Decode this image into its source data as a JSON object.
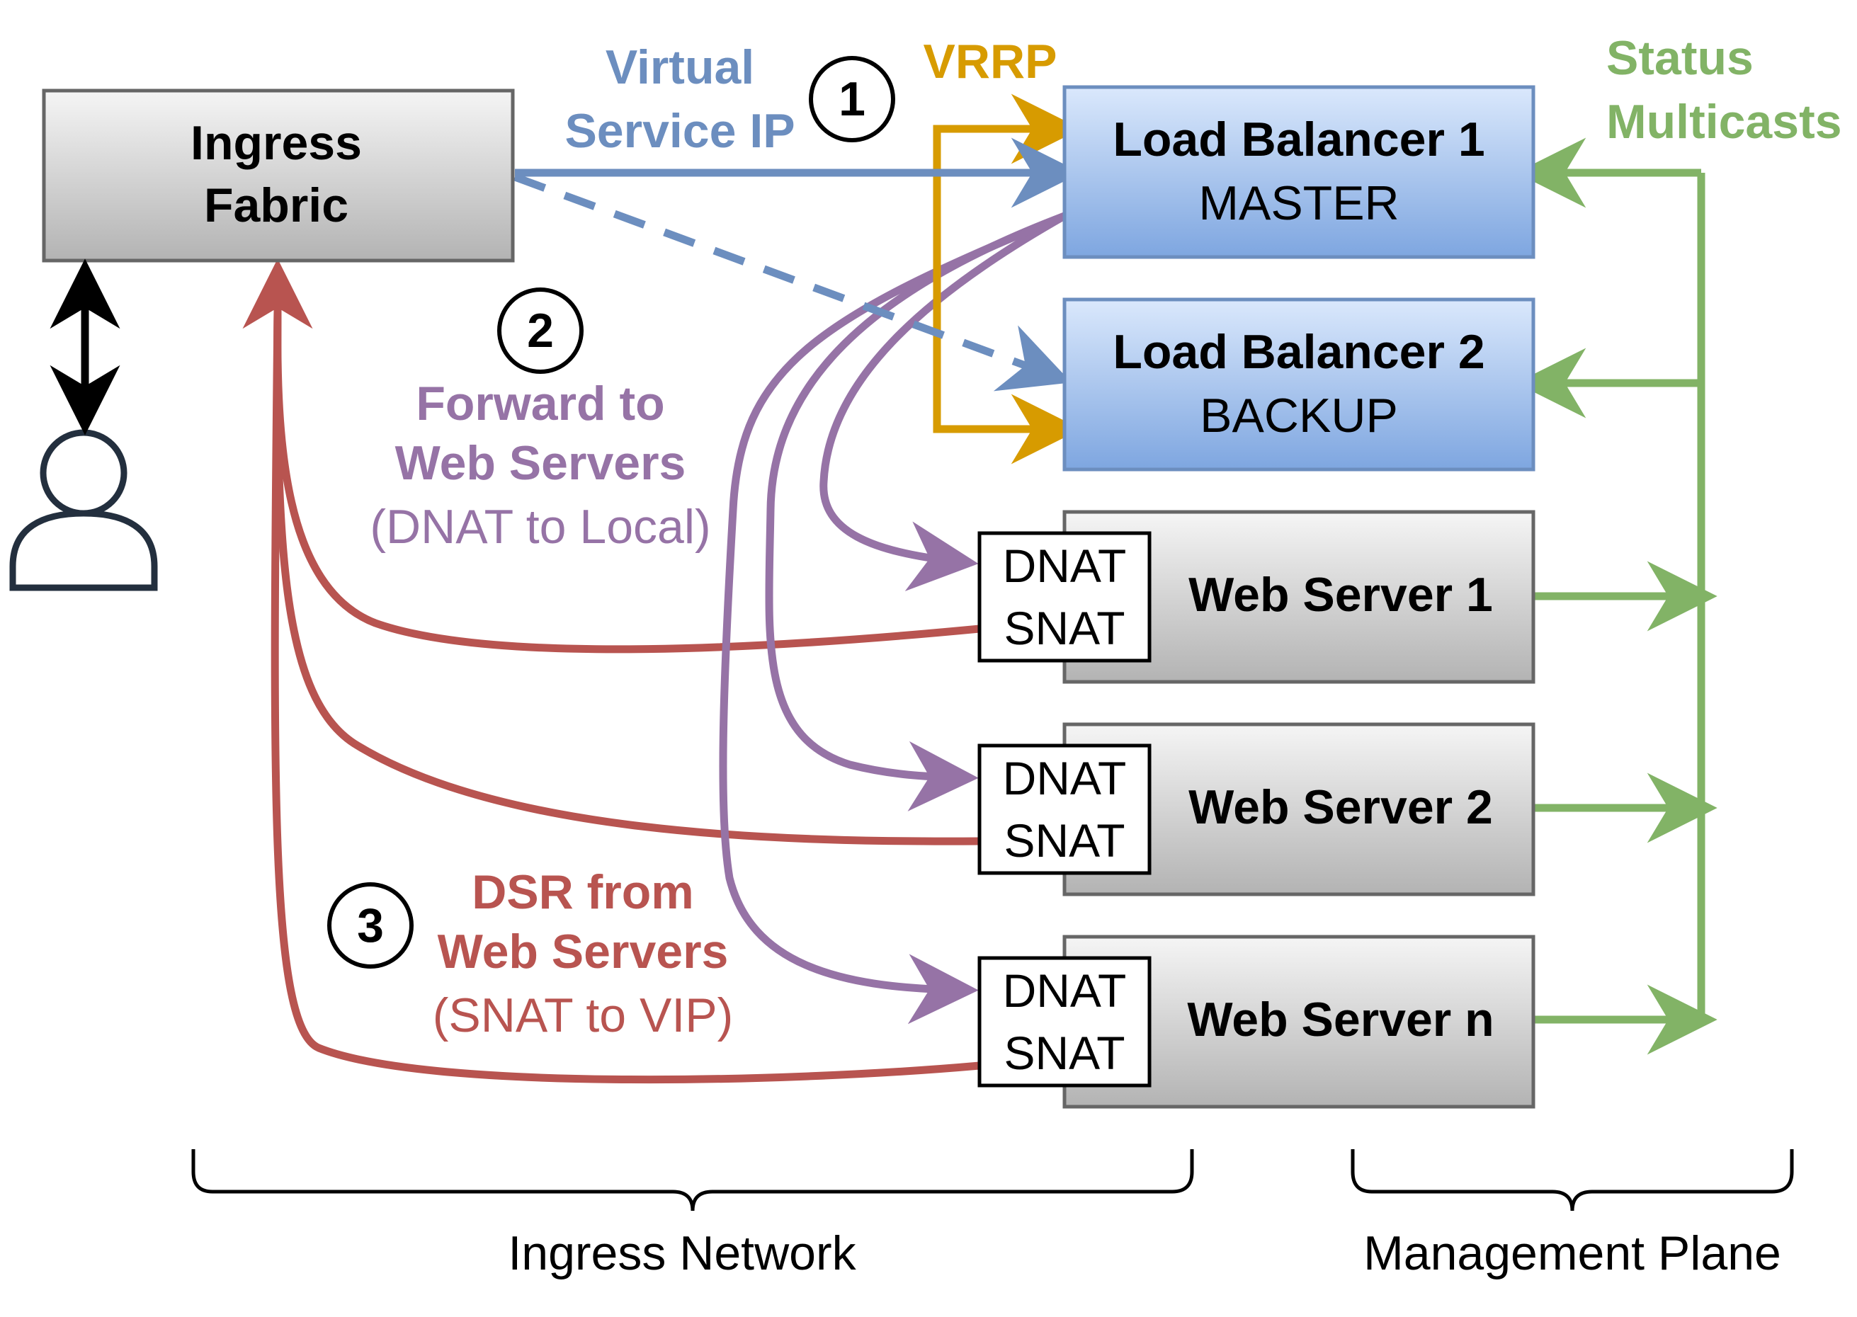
{
  "colors": {
    "blue": "#6c8ebf",
    "orange": "#d79b00",
    "purple": "#9673a6",
    "red": "#b85450",
    "green": "#82b366",
    "grey_box": "#cccccc",
    "blue_box": "#7ea6e0",
    "text": "#000000"
  },
  "ingress": {
    "line1": "Ingress",
    "line2": "Fabric"
  },
  "lb1": {
    "name": "Load Balancer 1",
    "role": "MASTER"
  },
  "lb2": {
    "name": "Load Balancer 2",
    "role": "BACKUP"
  },
  "web_servers": [
    {
      "name": "Web Server 1",
      "dnat": "DNAT",
      "snat": "SNAT"
    },
    {
      "name": "Web Server 2",
      "dnat": "DNAT",
      "snat": "SNAT"
    },
    {
      "name": "Web Server n",
      "dnat": "DNAT",
      "snat": "SNAT"
    }
  ],
  "labels": {
    "vip_line1": "Virtual",
    "vip_line2": "Service IP",
    "vrrp": "VRRP",
    "status_line1": "Status",
    "status_line2": "Multicasts",
    "forward_line1": "Forward to",
    "forward_line2": "Web Servers",
    "forward_line3": "(DNAT to Local)",
    "dsr_line1": "DSR from",
    "dsr_line2": "Web Servers",
    "dsr_line3": "(SNAT to VIP)"
  },
  "steps": [
    "1",
    "2",
    "3"
  ],
  "brackets": {
    "ingress_network": "Ingress Network",
    "management_plane": "Management Plane"
  }
}
